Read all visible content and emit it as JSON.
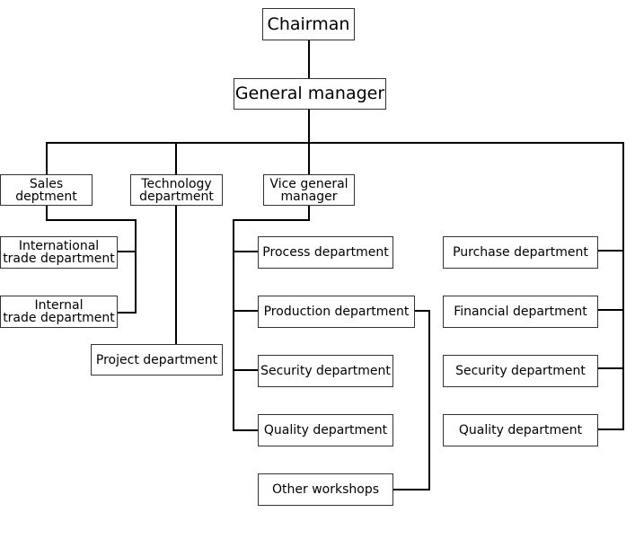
{
  "org_chart": {
    "chairman": "Chairman",
    "general_manager": "General manager",
    "sales": [
      "Sales",
      "deptment"
    ],
    "technology": [
      "Technology",
      "department"
    ],
    "vice_general_manager": [
      "Vice general",
      "manager"
    ],
    "international_trade": [
      "International",
      "trade department"
    ],
    "internal_trade": [
      "Internal",
      "trade department"
    ],
    "project": "Project department",
    "process": "Process department",
    "production": "Production department",
    "security_left": "Security department",
    "quality_left": "Quality department",
    "other_workshops": "Other workshops",
    "purchase": "Purchase department",
    "financial": "Financial department",
    "security_right": "Security department",
    "quality_right": "Quality department"
  }
}
